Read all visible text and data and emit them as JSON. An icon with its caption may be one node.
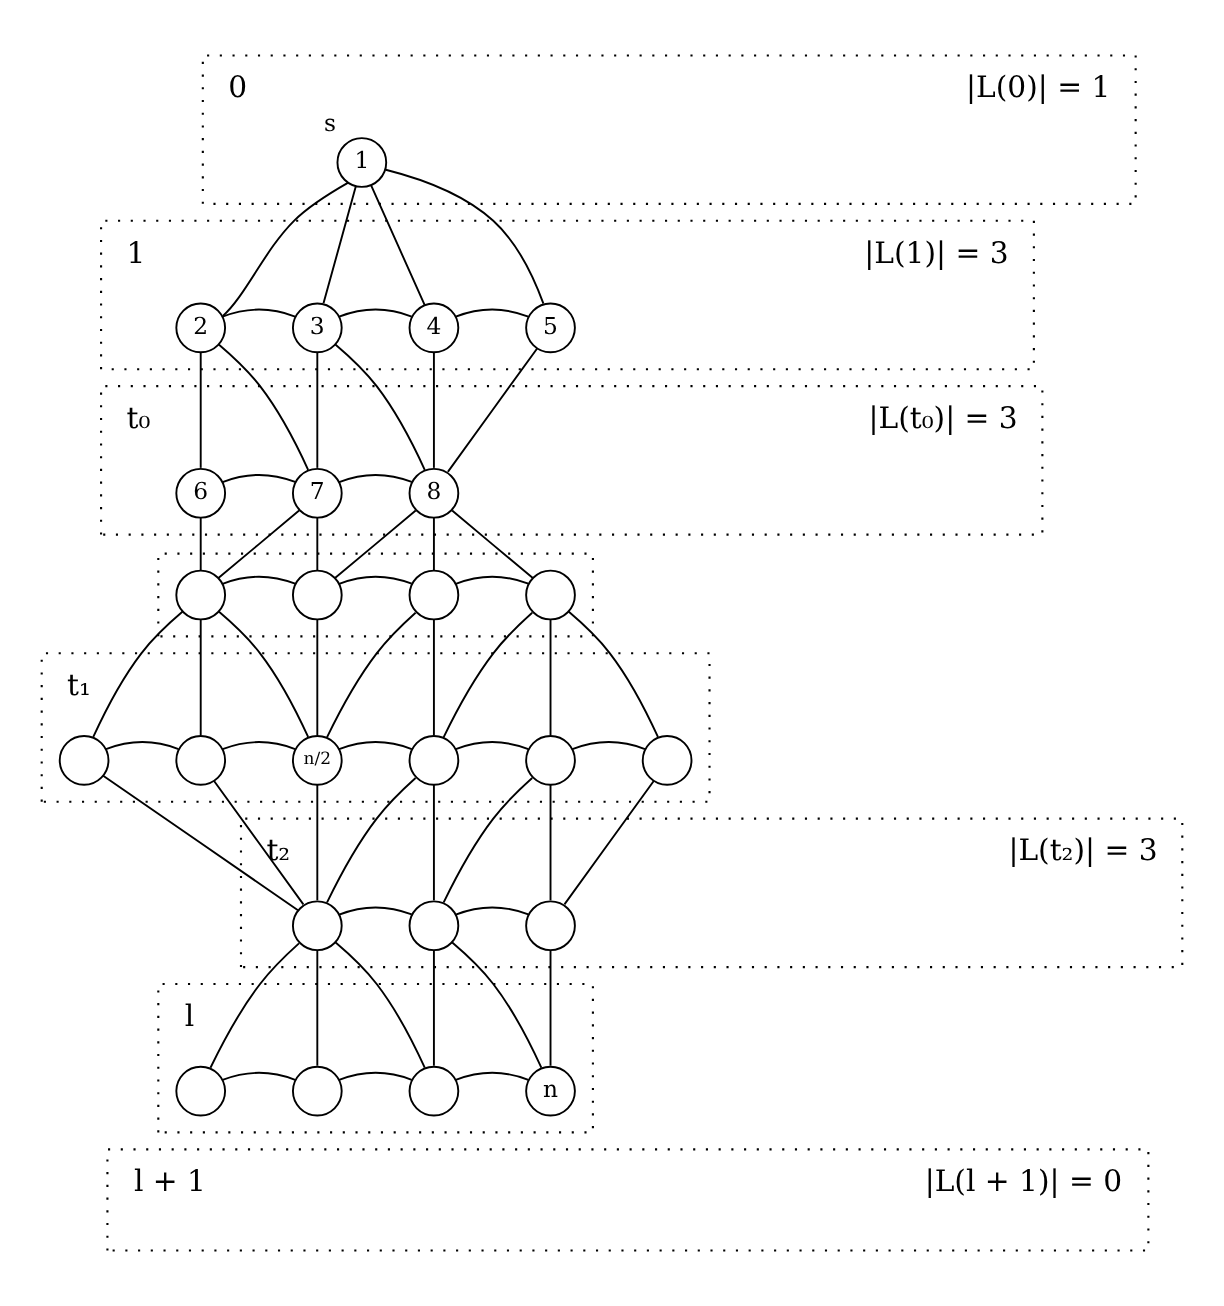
{
  "diagram": {
    "nodes": [
      {
        "text": [
          "0",
          "|L(0)| = 1"
        ]
      },
      {
        "text": [
          "1"
        ],
        "beside": [
          "s"
        ],
        "in": 0
      },
      {
        "text": [
          "1",
          "|L(1)| = 3"
        ]
      },
      {
        "text": [
          "2"
        ],
        "in": 2
      },
      {
        "text": [
          "3"
        ],
        "in": 2
      },
      {
        "text": [
          "4"
        ],
        "in": 2
      },
      {
        "text": [
          "5"
        ],
        "in": 2
      },
      {
        "text": [
          "t₀",
          "|L(t₀)| = 3"
        ]
      },
      {
        "text": [
          "6"
        ],
        "in": 7
      },
      {
        "text": [
          "7"
        ],
        "in": 7
      },
      {
        "text": [
          "8"
        ],
        "in": 7
      },
      {
        "text": [],
        "shape": "box"
      },
      {
        "text": [],
        "shape": "circle",
        "in": 11
      },
      {
        "text": [],
        "shape": "circle",
        "in": 11
      },
      {
        "text": [],
        "shape": "circle",
        "in": 11
      },
      {
        "text": [],
        "shape": "circle",
        "in": 11
      },
      {
        "text": [
          "t₁"
        ]
      },
      {
        "text": [],
        "shape": "circle",
        "in": 16
      },
      {
        "text": [],
        "shape": "circle",
        "in": 16
      },
      {
        "text": [
          "n/2"
        ],
        "in": 16
      },
      {
        "text": [],
        "shape": "circle",
        "in": 16
      },
      {
        "text": [],
        "shape": "circle",
        "in": 16
      },
      {
        "text": [],
        "shape": "circle",
        "in": 16
      },
      {
        "text": [
          "t₂",
          "|L(t₂)| = 3"
        ]
      },
      {
        "text": [],
        "shape": "circle",
        "in": 23
      },
      {
        "text": [],
        "shape": "circle",
        "in": 23
      },
      {
        "text": [],
        "shape": "circle",
        "in": 23
      },
      {
        "text": [
          "l"
        ]
      },
      {
        "text": [],
        "shape": "circle",
        "in": 27
      },
      {
        "text": [],
        "shape": "circle",
        "in": 27
      },
      {
        "text": [],
        "shape": "circle",
        "in": 27
      },
      {
        "text": [
          "n"
        ],
        "in": 27
      },
      {
        "text": [
          "l + 1",
          "|L(l + 1)| = 0"
        ]
      }
    ],
    "edges": [
      {
        "from": 1,
        "to": 3,
        "arrow": "none"
      },
      {
        "from": 1,
        "to": 4,
        "arrow": "none"
      },
      {
        "from": 1,
        "to": 5,
        "arrow": "none"
      },
      {
        "from": 1,
        "to": 6,
        "arrow": "none"
      },
      {
        "from": 3,
        "to": 4,
        "arrow": "none"
      },
      {
        "from": 4,
        "to": 5,
        "arrow": "none"
      },
      {
        "from": 5,
        "to": 6,
        "arrow": "none"
      },
      {
        "from": 3,
        "to": 8,
        "arrow": "none"
      },
      {
        "from": 3,
        "to": 9,
        "arrow": "none"
      },
      {
        "from": 4,
        "to": 9,
        "arrow": "none"
      },
      {
        "from": 4,
        "to": 10,
        "arrow": "none"
      },
      {
        "from": 5,
        "to": 10,
        "arrow": "none"
      },
      {
        "from": 6,
        "to": 10,
        "arrow": "none"
      },
      {
        "from": 8,
        "to": 9,
        "arrow": "none"
      },
      {
        "from": 9,
        "to": 10,
        "arrow": "none"
      },
      {
        "from": 8,
        "to": 12,
        "arrow": "none"
      },
      {
        "from": 9,
        "to": 12,
        "arrow": "none"
      },
      {
        "from": 9,
        "to": 13,
        "arrow": "none"
      },
      {
        "from": 10,
        "to": 13,
        "arrow": "none"
      },
      {
        "from": 10,
        "to": 14,
        "arrow": "none"
      },
      {
        "from": 10,
        "to": 15,
        "arrow": "none"
      },
      {
        "from": 12,
        "to": 13,
        "arrow": "none"
      },
      {
        "from": 13,
        "to": 14,
        "arrow": "none"
      },
      {
        "from": 14,
        "to": 15,
        "arrow": "none"
      },
      {
        "from": 12,
        "to": 17,
        "arrow": "none"
      },
      {
        "from": 12,
        "to": 18,
        "arrow": "none"
      },
      {
        "from": 12,
        "to": 19,
        "arrow": "none"
      },
      {
        "from": 13,
        "to": 19,
        "arrow": "none"
      },
      {
        "from": 14,
        "to": 19,
        "arrow": "none"
      },
      {
        "from": 14,
        "to": 20,
        "arrow": "none"
      },
      {
        "from": 15,
        "to": 20,
        "arrow": "none"
      },
      {
        "from": 15,
        "to": 21,
        "arrow": "none"
      },
      {
        "from": 15,
        "to": 22,
        "arrow": "none"
      },
      {
        "from": 17,
        "to": 18,
        "arrow": "none"
      },
      {
        "from": 18,
        "to": 19,
        "arrow": "none"
      },
      {
        "from": 19,
        "to": 20,
        "arrow": "none"
      },
      {
        "from": 20,
        "to": 21,
        "arrow": "none"
      },
      {
        "from": 21,
        "to": 22,
        "arrow": "none"
      },
      {
        "from": 17,
        "to": 24,
        "arrow": "none"
      },
      {
        "from": 18,
        "to": 24,
        "arrow": "none"
      },
      {
        "from": 19,
        "to": 24,
        "arrow": "none"
      },
      {
        "from": 20,
        "to": 24,
        "arrow": "none"
      },
      {
        "from": 20,
        "to": 25,
        "arrow": "none"
      },
      {
        "from": 21,
        "to": 25,
        "arrow": "none"
      },
      {
        "from": 21,
        "to": 26,
        "arrow": "none"
      },
      {
        "from": 22,
        "to": 26,
        "arrow": "none"
      },
      {
        "from": 24,
        "to": 25,
        "arrow": "none"
      },
      {
        "from": 25,
        "to": 26,
        "arrow": "none"
      },
      {
        "from": 24,
        "to": 28,
        "arrow": "none"
      },
      {
        "from": 24,
        "to": 29,
        "arrow": "none"
      },
      {
        "from": 24,
        "to": 30,
        "arrow": "none"
      },
      {
        "from": 25,
        "to": 30,
        "arrow": "none"
      },
      {
        "from": 25,
        "to": 31,
        "arrow": "none"
      },
      {
        "from": 26,
        "to": 31,
        "arrow": "none"
      },
      {
        "from": 28,
        "to": 29,
        "arrow": "none"
      },
      {
        "from": 29,
        "to": 30,
        "arrow": "none"
      },
      {
        "from": 30,
        "to": 31,
        "arrow": "none"
      }
    ]
  }
}
